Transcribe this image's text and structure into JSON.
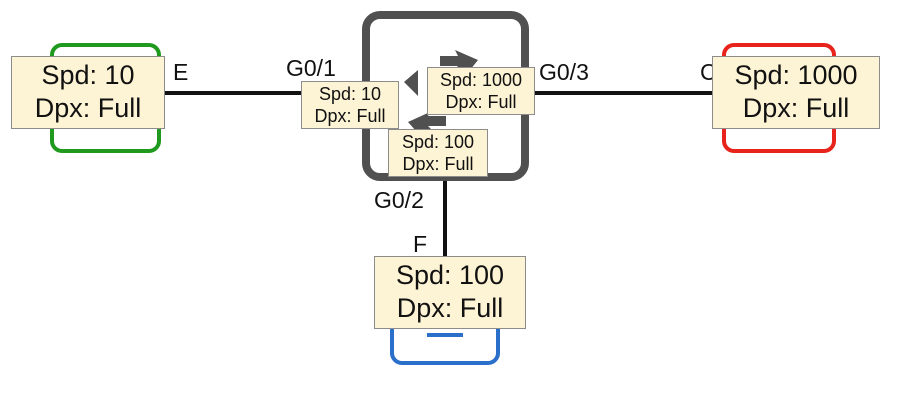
{
  "devices": {
    "left_pc": {
      "spd": "Spd: 10",
      "dpx": "Dpx: Full",
      "interface": "E",
      "border_color": "#1f9a1f"
    },
    "right_pc": {
      "spd": "Spd: 1000",
      "dpx": "Dpx: Full",
      "interface": "C",
      "border_color": "#e8231c"
    },
    "bottom_pc": {
      "spd": "Spd: 100",
      "dpx": "Dpx: Full",
      "interface": "F",
      "border_color": "#2a6fc9"
    },
    "switch": {
      "icon": "switch-icon",
      "border_color": "#505050",
      "ports": [
        {
          "name": "G0/1",
          "spd": "Spd: 10",
          "dpx": "Dpx: Full"
        },
        {
          "name": "G0/3",
          "spd": "Spd: 1000",
          "dpx": "Dpx: Full"
        },
        {
          "name": "G0/2",
          "spd": "Spd: 100",
          "dpx": "Dpx: Full"
        }
      ]
    }
  }
}
